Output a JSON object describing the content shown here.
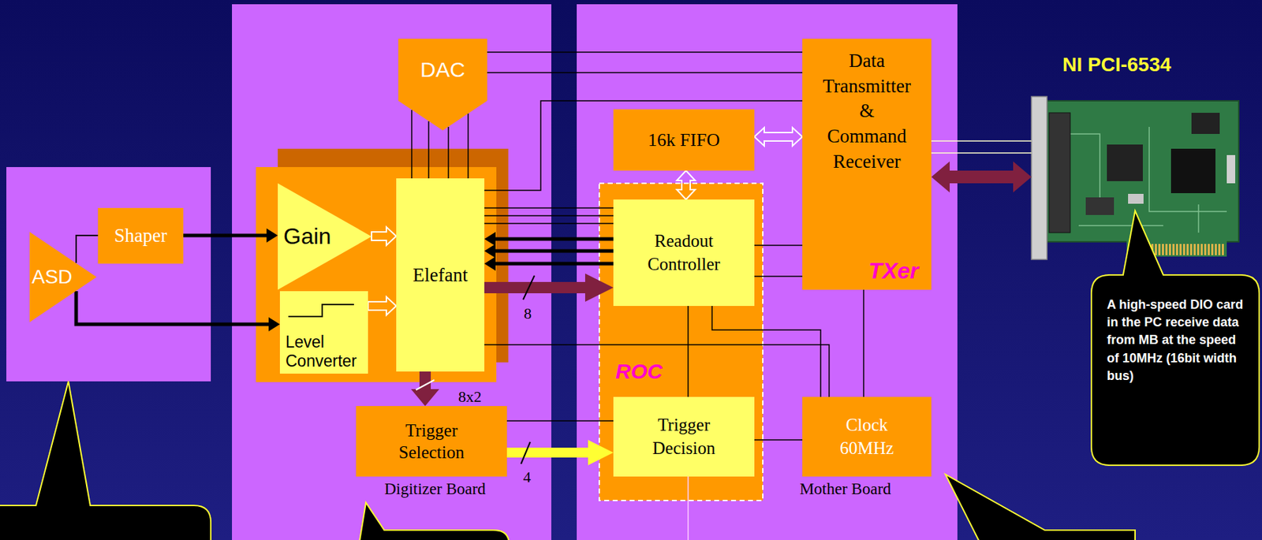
{
  "diagram": {
    "nodes": [
      {
        "text": [
          "ASD"
        ]
      },
      {
        "text": [
          "Shaper"
        ]
      },
      {
        "text": [
          "Digitizer Board"
        ]
      },
      {
        "text": [
          "DAC"
        ],
        "in": 2
      },
      {
        "text": [
          "Gain"
        ],
        "in": 2
      },
      {
        "text": [
          "Level Converter"
        ],
        "in": 2
      },
      {
        "text": [
          "Elefant"
        ],
        "in": 2
      },
      {
        "text": [
          "Trigger Selection"
        ],
        "in": 2
      },
      {
        "text": [
          "Mother Board"
        ]
      },
      {
        "text": [
          "16k FIFO"
        ],
        "in": 8
      },
      {
        "text": [
          "Data Transmitter & Command Receiver",
          "TXer"
        ],
        "in": 8
      },
      {
        "text": [
          "ROC"
        ],
        "in": 8
      },
      {
        "text": [
          "Readout Controller"
        ],
        "in": 11
      },
      {
        "text": [
          "Trigger Decision"
        ],
        "in": 11
      },
      {
        "text": [
          "Clock 60MHz"
        ],
        "in": 8
      },
      {
        "text": [
          "NI PCI-6534"
        ]
      },
      {
        "text": [
          "A high-speed DIO card in the PC receive data from MB at the speed of 10MHz (16bit width bus)"
        ]
      }
    ],
    "edges": [
      {
        "from": 0,
        "to": 1,
        "arrow": "none"
      },
      {
        "from": 1,
        "to": 4,
        "arrow": "to"
      },
      {
        "from": 0,
        "to": 5,
        "arrow": "to"
      },
      {
        "from": 4,
        "to": 6,
        "arrow": "to"
      },
      {
        "from": 5,
        "to": 6,
        "arrow": "to"
      },
      {
        "from": 3,
        "to": 6,
        "arrow": "none"
      },
      {
        "from": 3,
        "to": 6,
        "arrow": "none"
      },
      {
        "from": 3,
        "to": 6,
        "arrow": "none"
      },
      {
        "from": 3,
        "to": 6,
        "arrow": "none"
      },
      {
        "from": 3,
        "to": 10,
        "arrow": "none"
      },
      {
        "from": 3,
        "to": 10,
        "arrow": "none"
      },
      {
        "from": 6,
        "to": 10,
        "arrow": "none"
      },
      {
        "from": 9,
        "to": 10,
        "arrow": "both"
      },
      {
        "from": 9,
        "to": 12,
        "arrow": "both"
      },
      {
        "from": 6,
        "to": 12,
        "arrow": "none"
      },
      {
        "from": 6,
        "to": 12,
        "arrow": "none"
      },
      {
        "from": 6,
        "to": 12,
        "arrow": "none"
      },
      {
        "from": 12,
        "to": 6,
        "arrow": "to"
      },
      {
        "from": 12,
        "to": 6,
        "arrow": "to"
      },
      {
        "from": 12,
        "to": 6,
        "arrow": "to"
      },
      {
        "from": 6,
        "to": 12,
        "arrow": "to",
        "label": "8"
      },
      {
        "from": 6,
        "to": 7,
        "arrow": "to",
        "label": "8x2"
      },
      {
        "from": 7,
        "to": 13,
        "arrow": "to",
        "label": "4"
      },
      {
        "from": 7,
        "to": 13,
        "arrow": "none"
      },
      {
        "from": 12,
        "to": 10,
        "arrow": "none"
      },
      {
        "from": 12,
        "to": 10,
        "arrow": "none"
      },
      {
        "from": 12,
        "to": 13,
        "arrow": "none"
      },
      {
        "from": 12,
        "to": 14,
        "arrow": "none"
      },
      {
        "from": 6,
        "to": 14,
        "arrow": "none"
      },
      {
        "from": 14,
        "to": 10,
        "arrow": "none"
      },
      {
        "from": 14,
        "to": 13,
        "arrow": "none"
      },
      {
        "from": 10,
        "to": 15,
        "arrow": "both"
      },
      {
        "from": 10,
        "to": 15,
        "arrow": "none"
      },
      {
        "from": 10,
        "to": 15,
        "arrow": "none"
      }
    ]
  }
}
